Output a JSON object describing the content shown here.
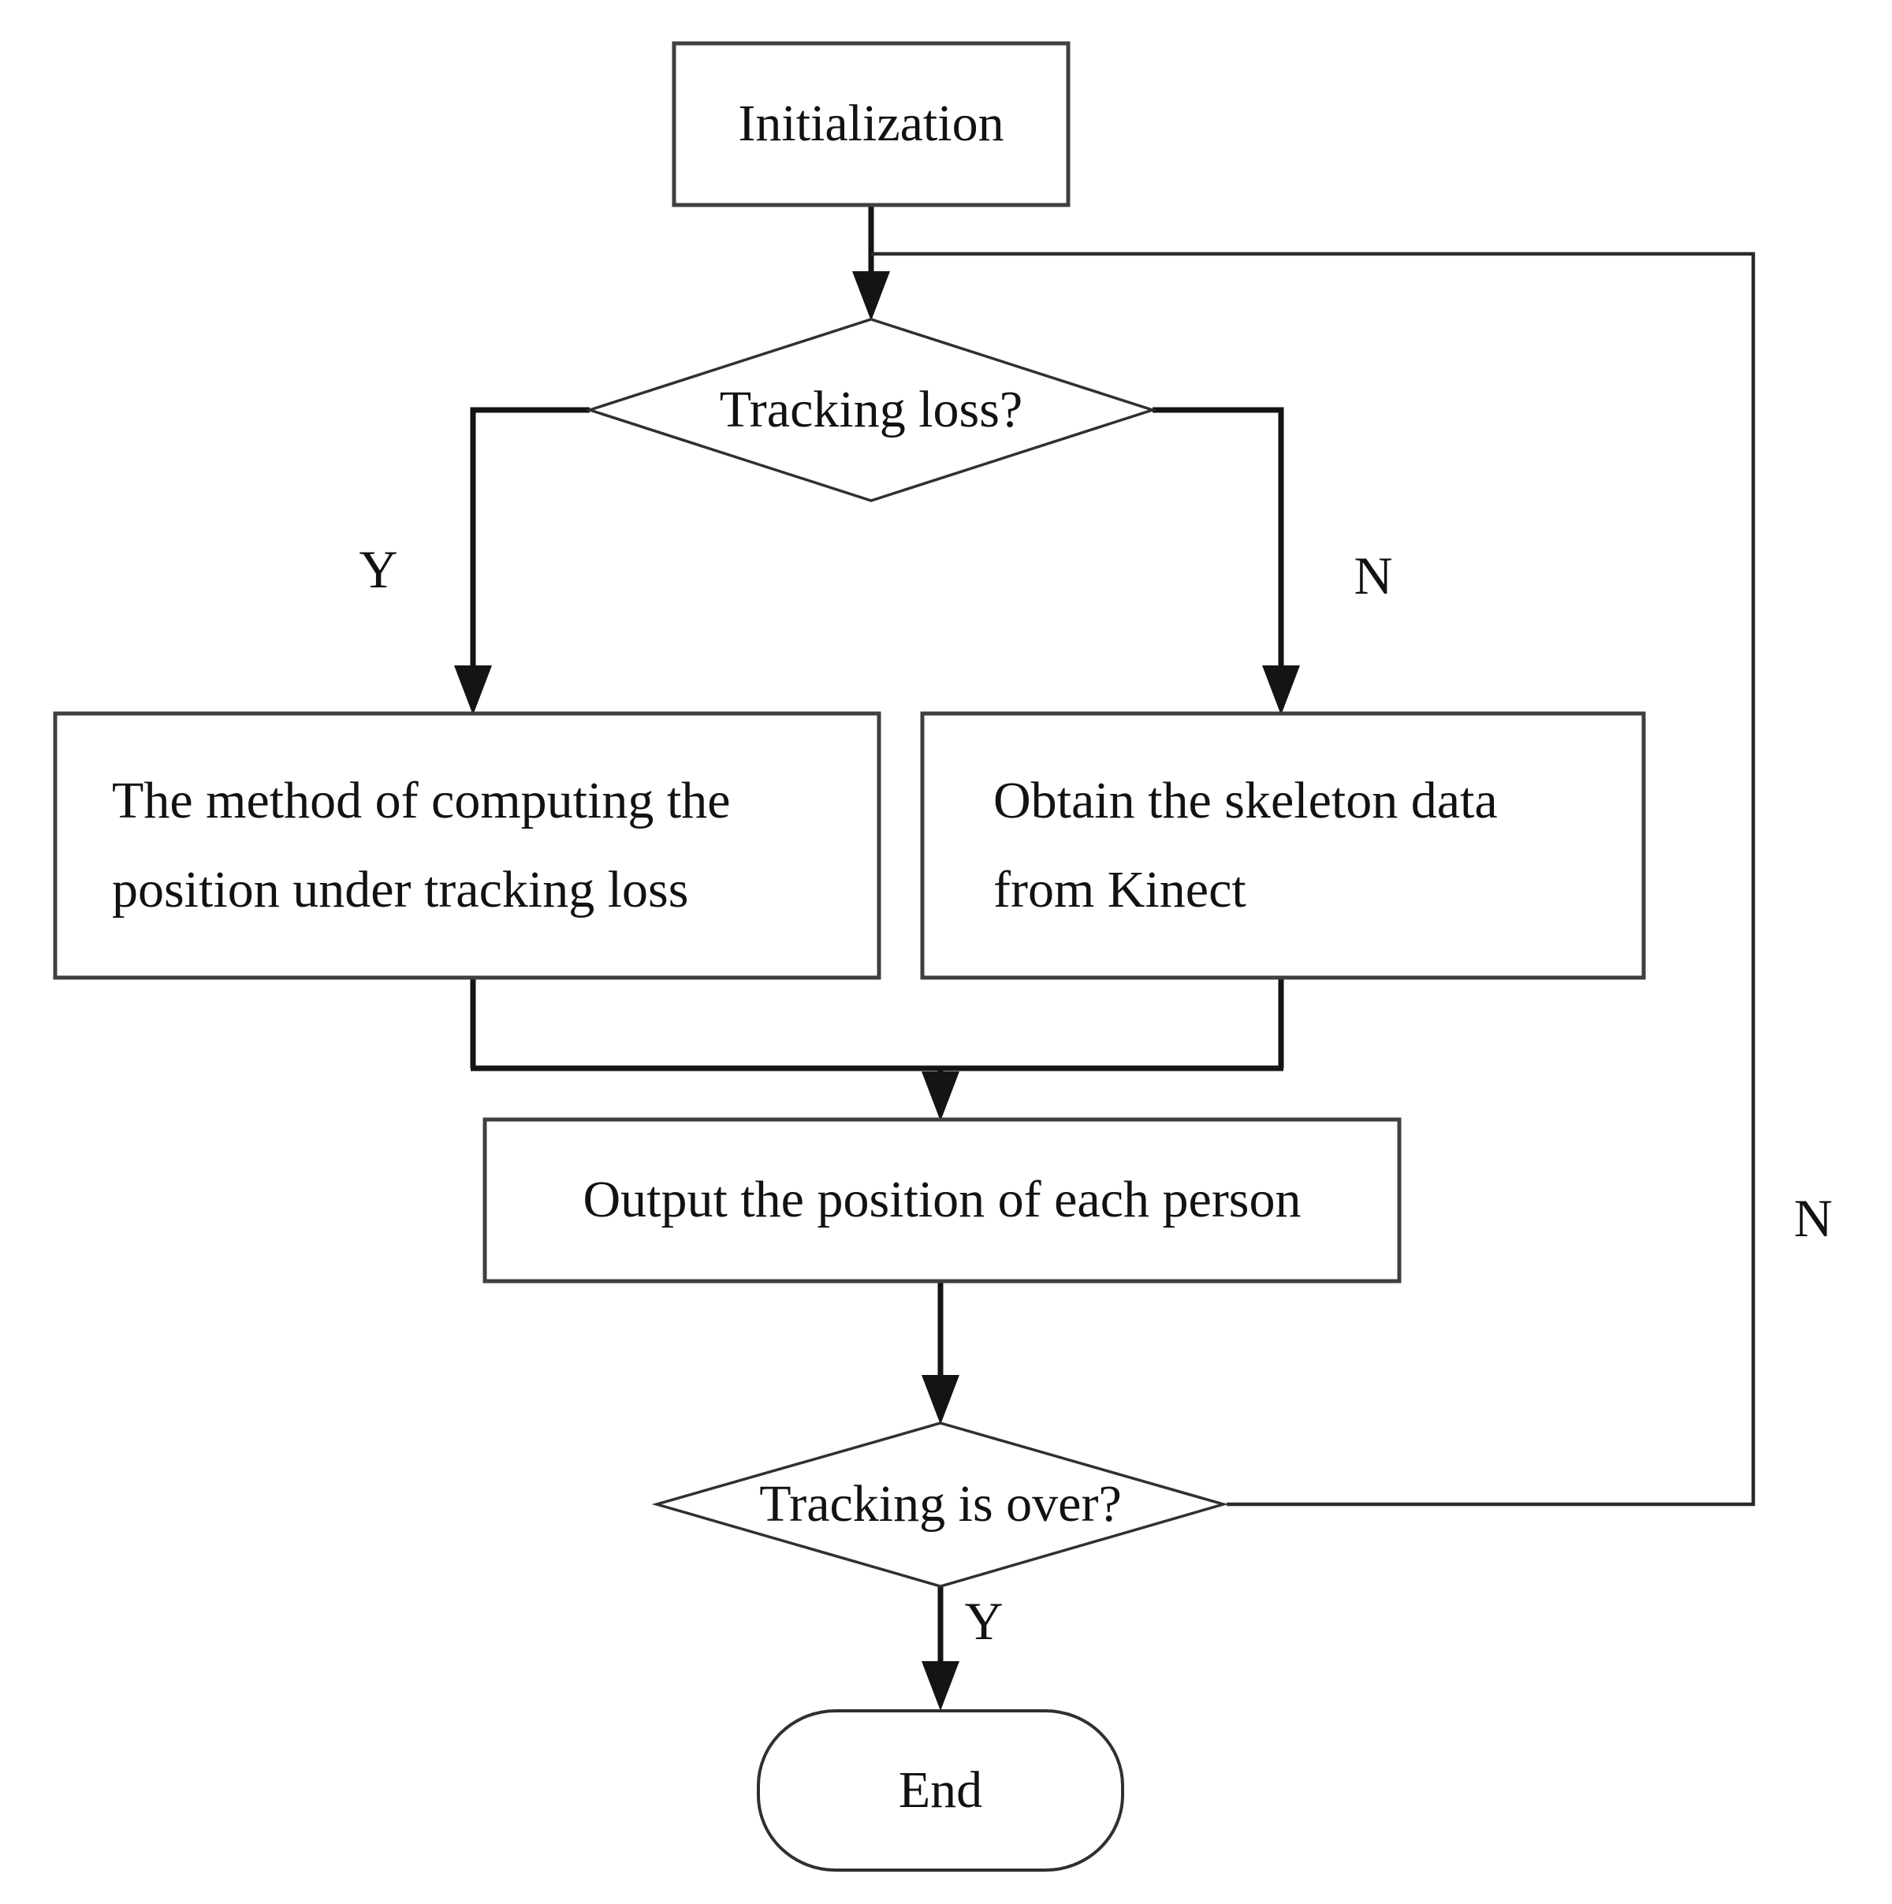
{
  "diagram": {
    "type": "flowchart",
    "nodes": {
      "initialization": {
        "label": "Initialization",
        "shape": "process"
      },
      "tracking_loss": {
        "label": "Tracking loss?",
        "shape": "decision"
      },
      "compute_position": {
        "label": "The method of computing the\nposition under tracking loss",
        "shape": "process"
      },
      "obtain_skeleton": {
        "label": "Obtain the skeleton data\nfrom Kinect",
        "shape": "process"
      },
      "output_position": {
        "label": "Output the position of each person",
        "shape": "process"
      },
      "tracking_over": {
        "label": "Tracking is over?",
        "shape": "decision"
      },
      "end": {
        "label": "End",
        "shape": "terminator"
      }
    },
    "edge_labels": {
      "tracking_loss_yes": "Y",
      "tracking_loss_no": "N",
      "tracking_over_no": "N",
      "tracking_over_yes": "Y"
    },
    "colors": {
      "background": "#ffffff",
      "connector_line": "#141414",
      "shape_border": "#3f3f3f",
      "text": "#121212"
    }
  }
}
